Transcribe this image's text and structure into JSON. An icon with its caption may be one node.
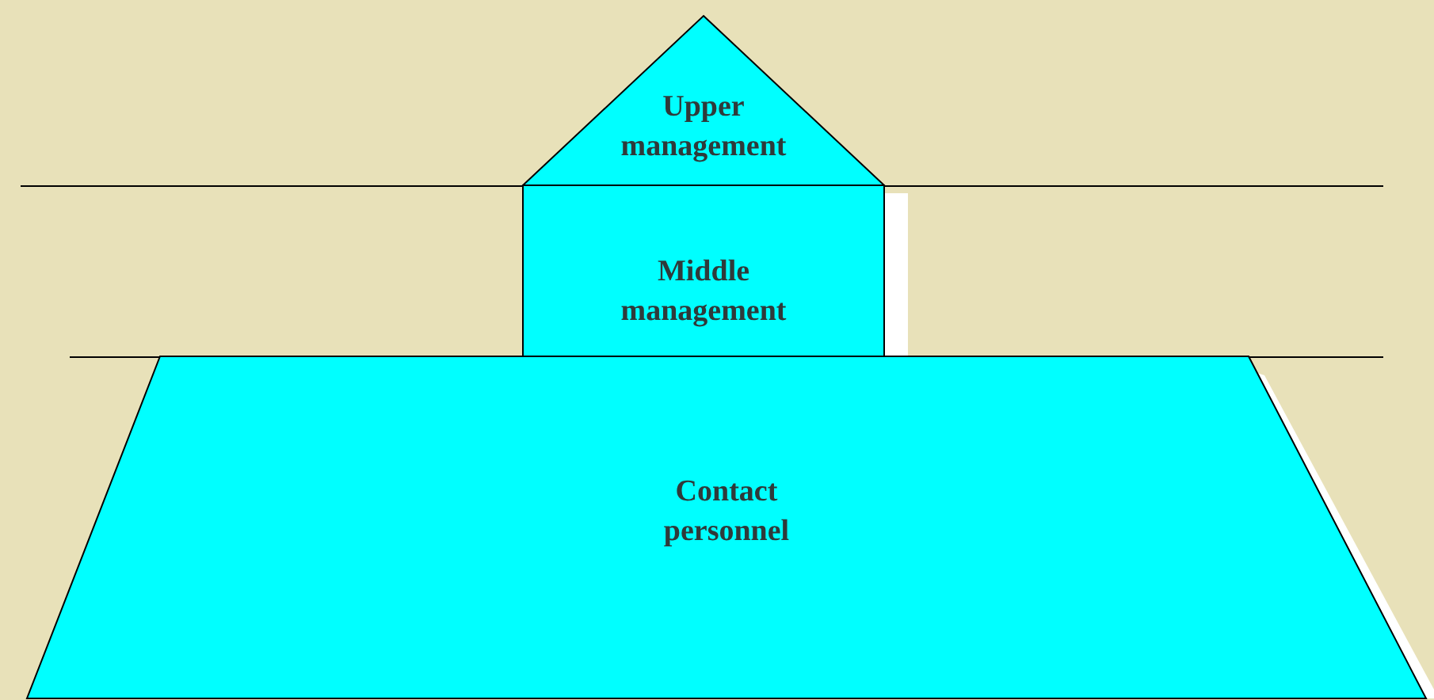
{
  "diagram": {
    "nodes": [
      {
        "text": [
          "Upper management"
        ]
      },
      {
        "text": [
          "Middle management"
        ]
      },
      {
        "text": [
          "Contact personnel"
        ]
      }
    ]
  }
}
